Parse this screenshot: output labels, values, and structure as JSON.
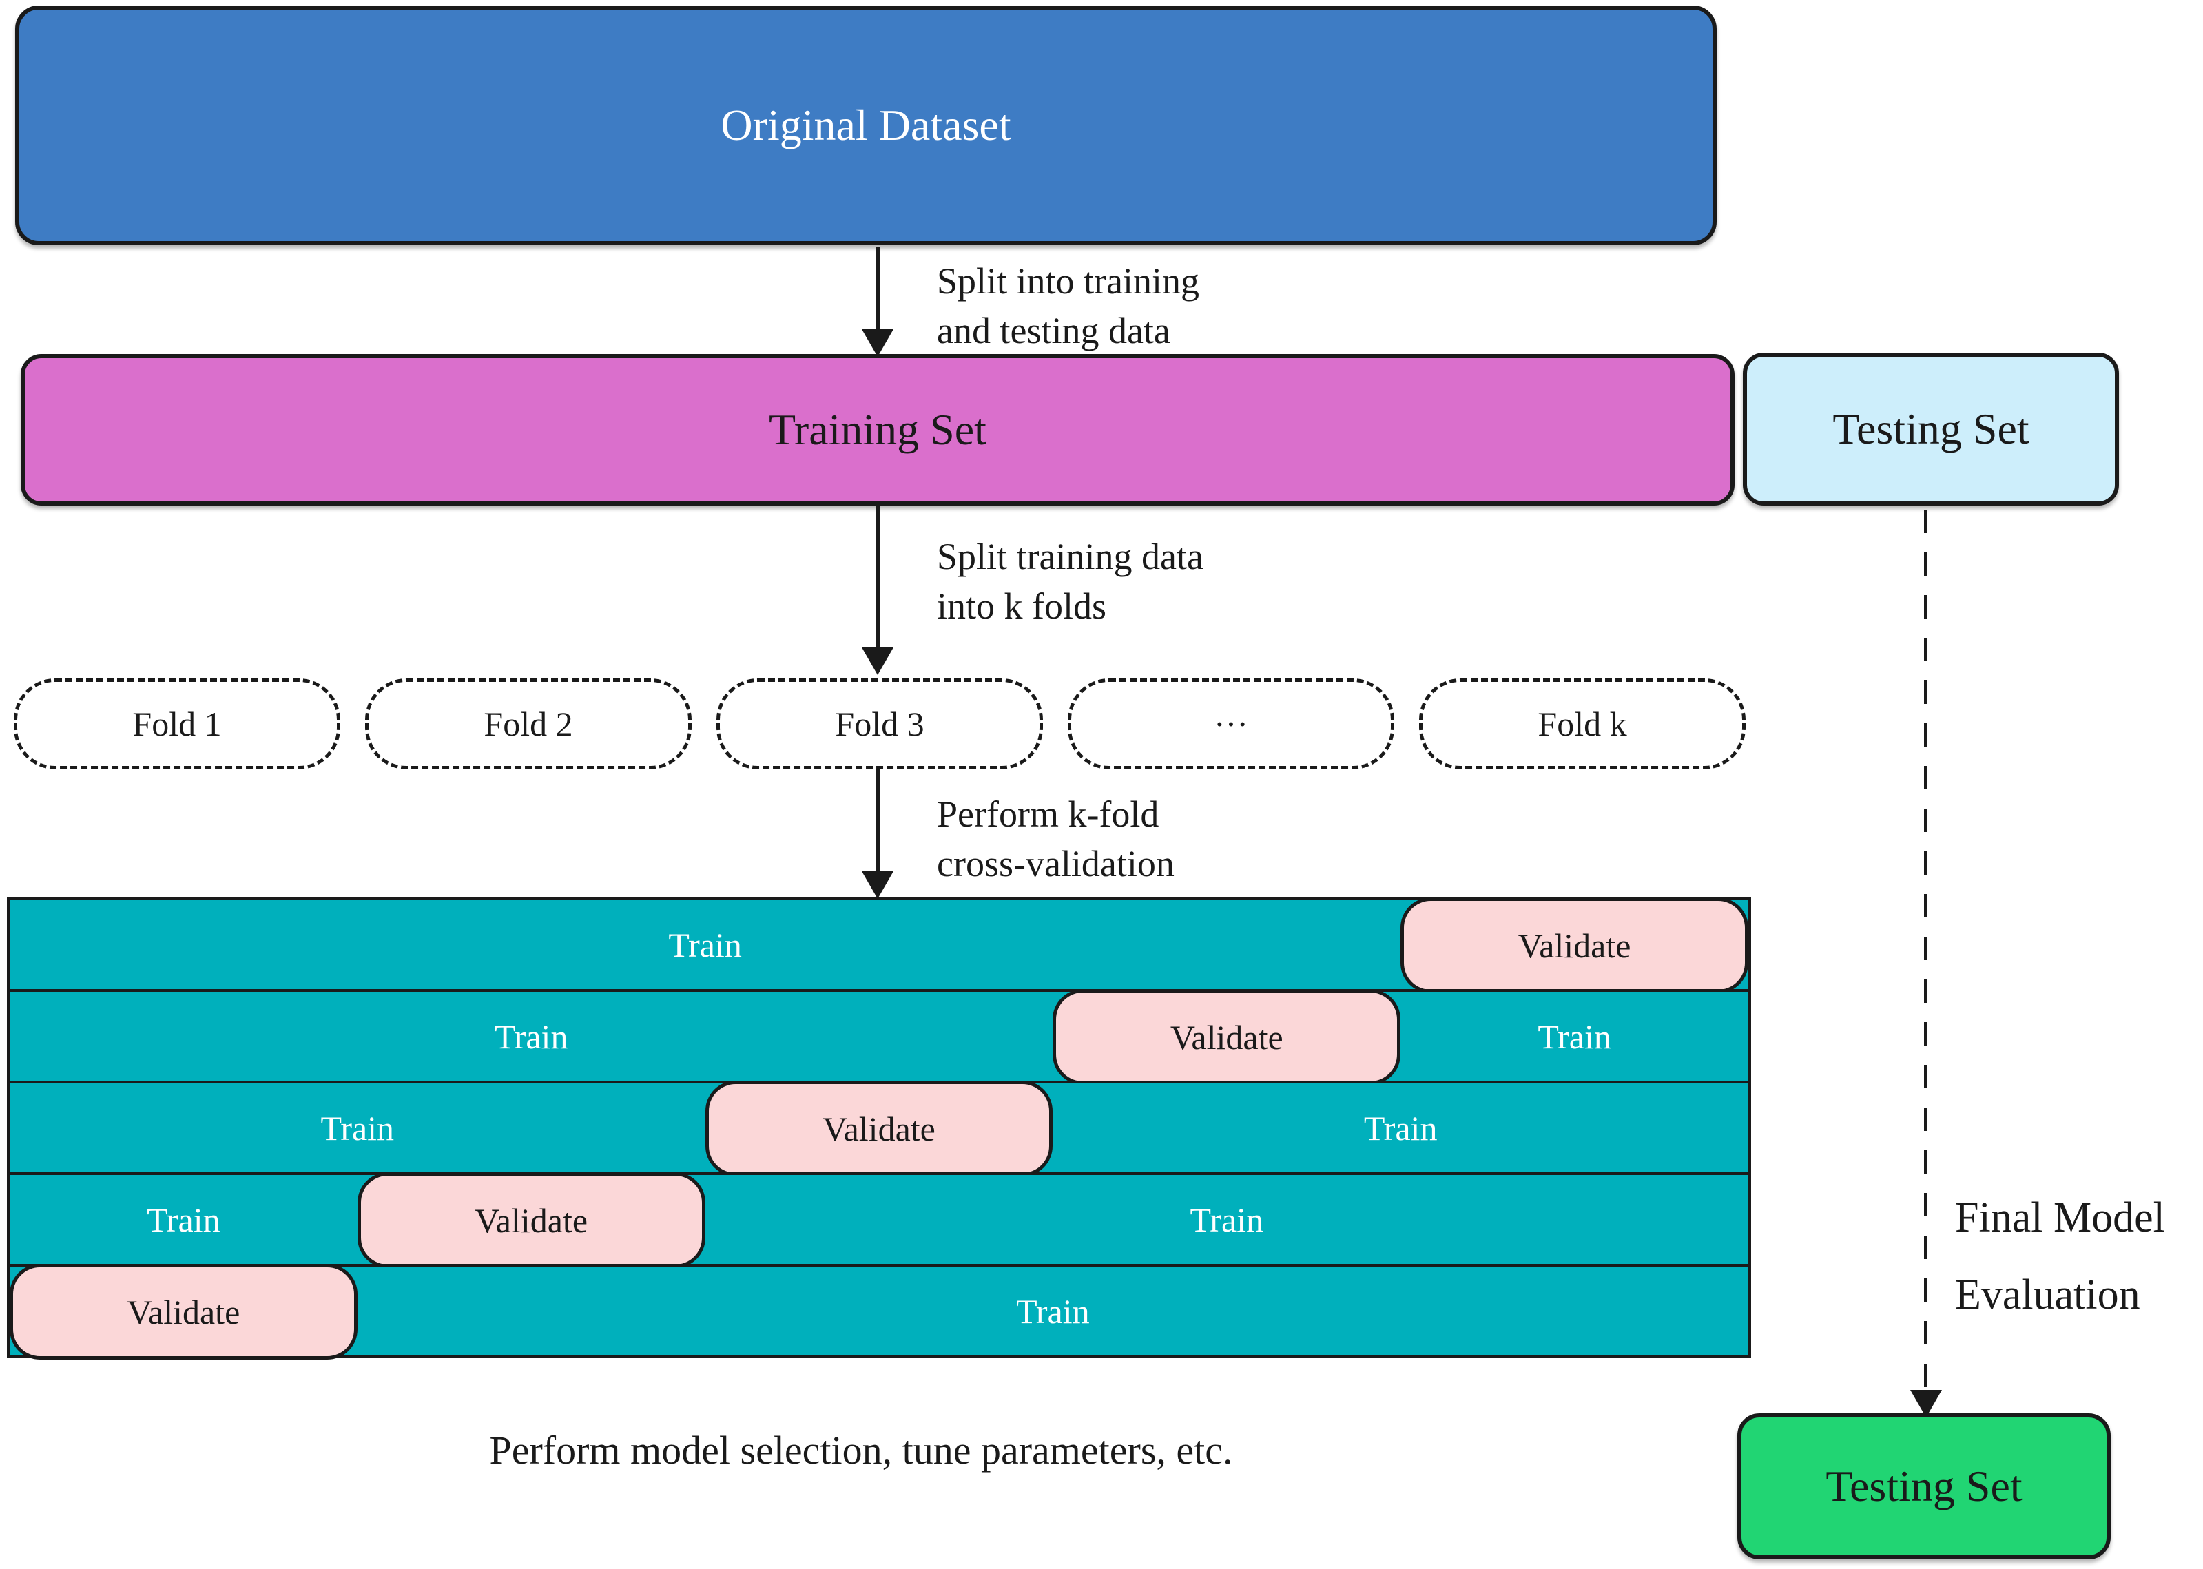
{
  "diagram": {
    "original_dataset": {
      "label": "Original Dataset"
    },
    "arrow1_label": {
      "line1": "Split into training",
      "line2": "and testing data"
    },
    "training_set": {
      "label": "Training Set"
    },
    "testing_set_top": {
      "label": "Testing Set"
    },
    "arrow2_label": {
      "line1": "Split training data",
      "line2": "into k folds"
    },
    "folds": [
      {
        "label": "Fold 1"
      },
      {
        "label": "Fold 2"
      },
      {
        "label": "Fold 3"
      },
      {
        "label": "···"
      },
      {
        "label": "Fold k"
      }
    ],
    "arrow3_label": {
      "line1": "Perform k-fold",
      "line2": "cross-validation"
    },
    "cv_grid": {
      "train_label": "Train",
      "validate_label": "Validate",
      "rows": [
        {
          "validate_col": 5
        },
        {
          "validate_col": 4
        },
        {
          "validate_col": 3
        },
        {
          "validate_col": 2
        },
        {
          "validate_col": 1
        }
      ]
    },
    "caption": "Perform model selection, tune parameters, etc.",
    "final_eval_label": {
      "line1": "Final Model",
      "line2": "Evaluation"
    },
    "testing_set_bottom": {
      "label": "Testing Set"
    },
    "colors": {
      "blue": "#3e7cc4",
      "magenta": "#da6fcc",
      "lightcyan": "#cdeefb",
      "teal": "#00b0bc",
      "pink": "#fbd7d8",
      "green": "#21d573",
      "ink": "#1a1a1a"
    }
  }
}
